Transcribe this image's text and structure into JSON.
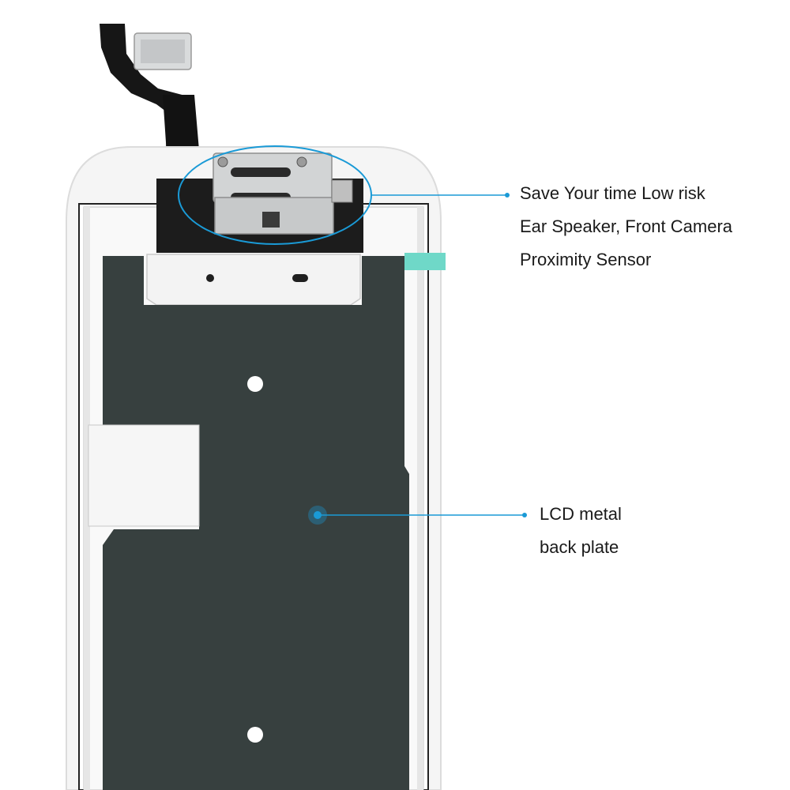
{
  "callouts": {
    "top": {
      "line1": "Save Your time Low risk",
      "line2": "Ear Speaker, Front Camera",
      "line3": "Proximity Sensor"
    },
    "bottom": {
      "line1": "LCD metal",
      "line2": "back plate"
    }
  },
  "colors": {
    "accent": "#1a9ad6",
    "plate": "#37403f",
    "frame": "#f7f7f7",
    "cable": "#161616",
    "metal": "#c9cbcb",
    "tab": "#6fd8c8"
  },
  "icons": {
    "top_marker": "dot-icon",
    "bottom_marker": "target-dot-icon"
  }
}
